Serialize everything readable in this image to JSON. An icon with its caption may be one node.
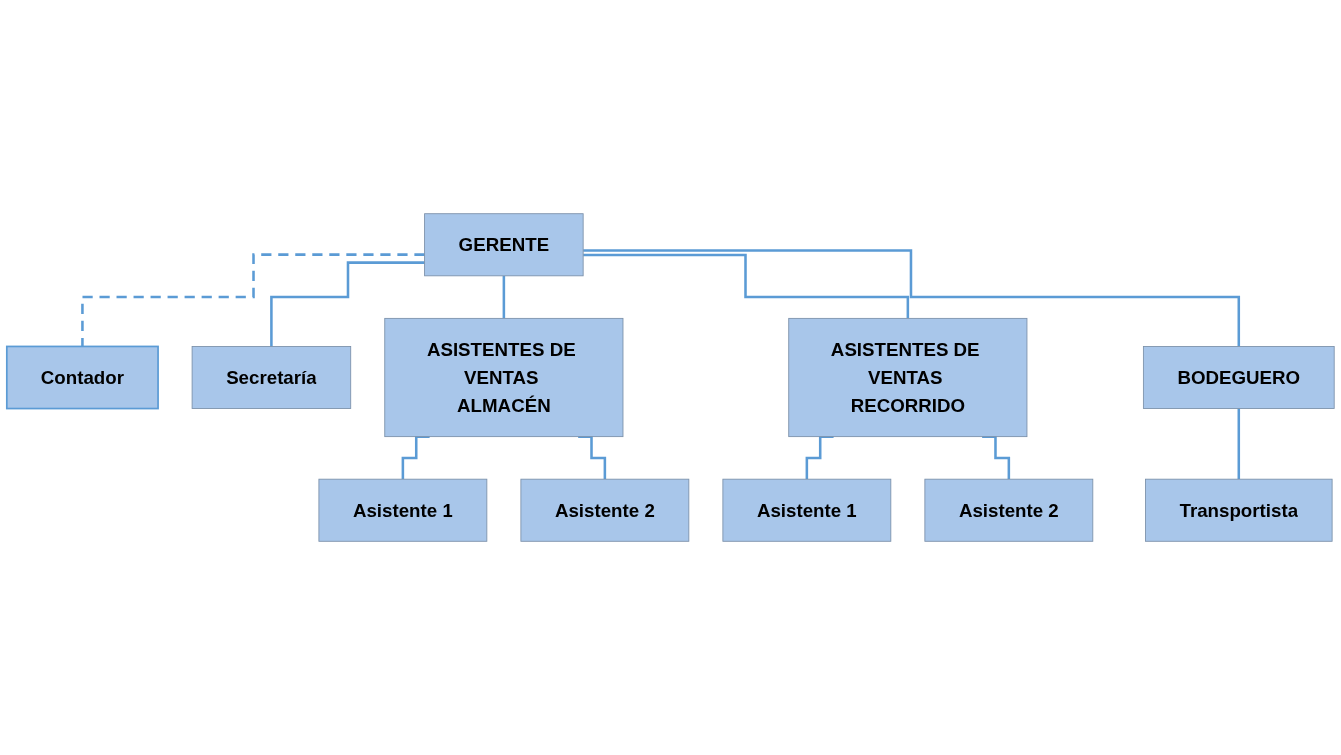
{
  "diagram": {
    "nodes": [
      {
        "text": [
          "GERENTE"
        ]
      },
      {
        "text": [
          "Contador"
        ]
      },
      {
        "text": [
          "Secretaría"
        ]
      },
      {
        "text": [
          "ASISTENTES DE VENTAS ALMACÉN"
        ]
      },
      {
        "text": [
          "ASISTENTES DE VENTAS RECORRIDO"
        ]
      },
      {
        "text": [
          "BODEGUERO"
        ]
      },
      {
        "text": [
          "Asistente 1"
        ]
      },
      {
        "text": [
          "Asistente 2"
        ]
      },
      {
        "text": [
          "Asistente 1"
        ]
      },
      {
        "text": [
          "Asistente 2"
        ]
      },
      {
        "text": [
          "Transportista"
        ]
      }
    ],
    "edges": [
      {
        "from": 0,
        "to": 1,
        "arrow": "none",
        "style": "dashed"
      },
      {
        "from": 0,
        "to": 2,
        "arrow": "none"
      },
      {
        "from": 0,
        "to": 3,
        "arrow": "none"
      },
      {
        "from": 0,
        "to": 4,
        "arrow": "none"
      },
      {
        "from": 0,
        "to": 5,
        "arrow": "none"
      },
      {
        "from": 3,
        "to": 6,
        "arrow": "none"
      },
      {
        "from": 3,
        "to": 7,
        "arrow": "none"
      },
      {
        "from": 4,
        "to": 8,
        "arrow": "none"
      },
      {
        "from": 4,
        "to": 9,
        "arrow": "none"
      },
      {
        "from": 5,
        "to": 10,
        "arrow": "none"
      }
    ]
  }
}
